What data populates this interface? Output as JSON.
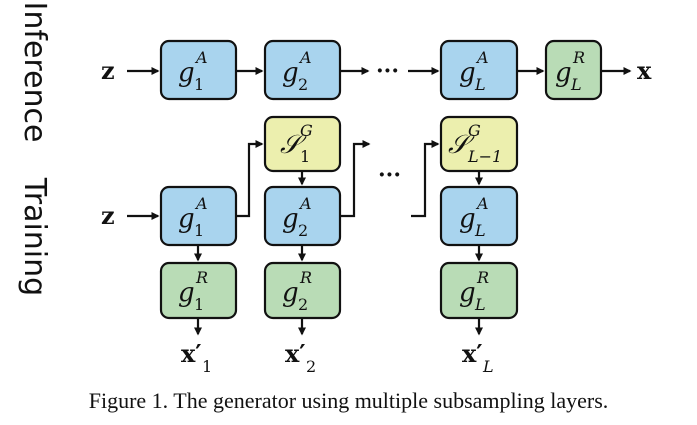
{
  "rows": {
    "inference": "Inference",
    "training": "Training"
  },
  "colors": {
    "g_A": "#a9d4ee",
    "g_R": "#b9dcb6",
    "S_G": "#ecefae",
    "stroke": "#111111"
  },
  "nodes": {
    "z": "z",
    "x": "x",
    "dots": "···",
    "g": "g",
    "S": "𝒮",
    "A": "A",
    "R": "R",
    "G": "G",
    "sub_1": "1",
    "sub_2": "2",
    "sub_L": "L",
    "sub_L_minus_1": "L−1",
    "x_prime": "x′"
  },
  "caption": "Figure 1. The generator using multiple subsampling layers."
}
